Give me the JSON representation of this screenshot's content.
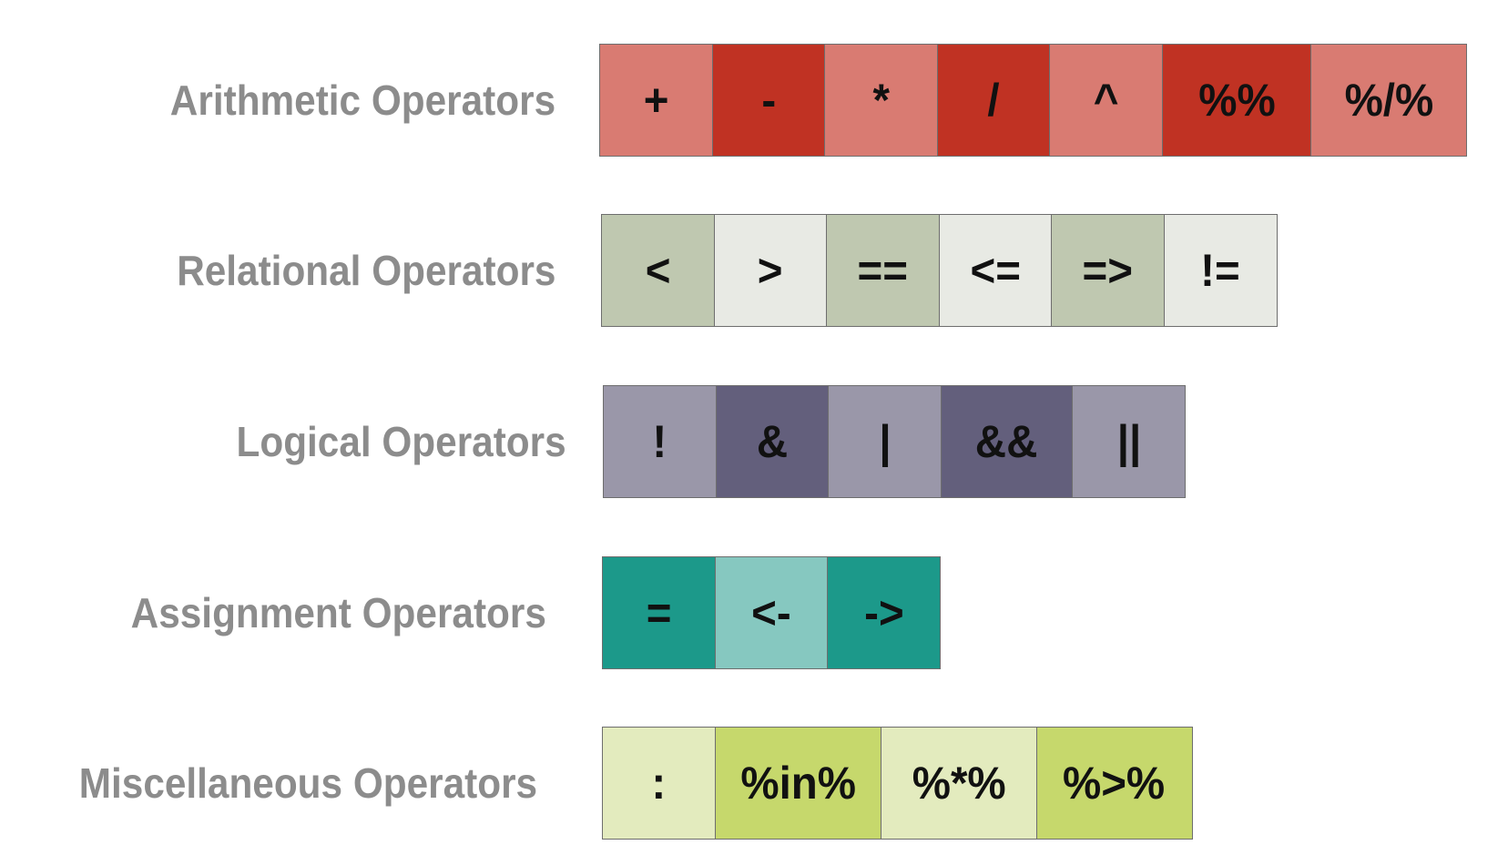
{
  "groups": [
    {
      "label": "Arithmetic Operators",
      "colors": [
        "#d97b72",
        "#c03223"
      ],
      "operators": [
        "+",
        "-",
        "*",
        "/",
        "^",
        "%%",
        "%/%"
      ]
    },
    {
      "label": "Relational Operators",
      "colors": [
        "#bfc8b0",
        "#e8eae4"
      ],
      "operators": [
        "<",
        ">",
        "==",
        "<=",
        "=>",
        "!="
      ]
    },
    {
      "label": "Logical Operators",
      "colors": [
        "#9a97a9",
        "#635f7c"
      ],
      "operators": [
        "!",
        "&",
        "|",
        "&&",
        "||"
      ]
    },
    {
      "label": "Assignment Operators",
      "colors": [
        "#1c998a",
        "#86c8c0"
      ],
      "operators": [
        "=",
        "<-",
        "->"
      ]
    },
    {
      "label": "Miscellaneous Operators",
      "colors": [
        "#e3ebbe",
        "#c6d86c"
      ],
      "operators": [
        ":",
        "%in%",
        "%*%",
        "%>%"
      ]
    }
  ]
}
